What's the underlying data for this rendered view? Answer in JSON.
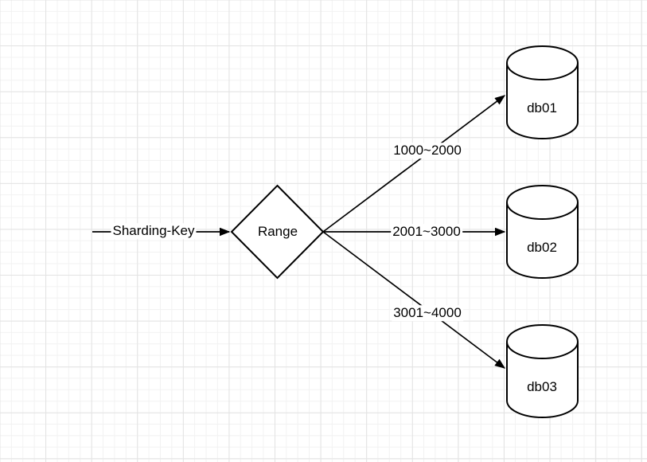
{
  "canvas": {
    "background_color": "#ffffff",
    "grid_minor_color": "#f2f2f2",
    "grid_major_color": "#e3e3e3",
    "shape_stroke_color": "#000000",
    "shape_fill_color": "#ffffff",
    "text_color": "#000000"
  },
  "diagram": {
    "input_label": "Sharding-Key",
    "decision": {
      "label": "Range",
      "shape": "diamond"
    },
    "edges": [
      {
        "label": "1000~2000",
        "from": "Range",
        "to": "db01"
      },
      {
        "label": "2001~3000",
        "from": "Range",
        "to": "db02"
      },
      {
        "label": "3001~4000",
        "from": "Range",
        "to": "db03"
      }
    ],
    "databases": [
      {
        "label": "db01",
        "shape": "cylinder"
      },
      {
        "label": "db02",
        "shape": "cylinder"
      },
      {
        "label": "db03",
        "shape": "cylinder"
      }
    ]
  }
}
